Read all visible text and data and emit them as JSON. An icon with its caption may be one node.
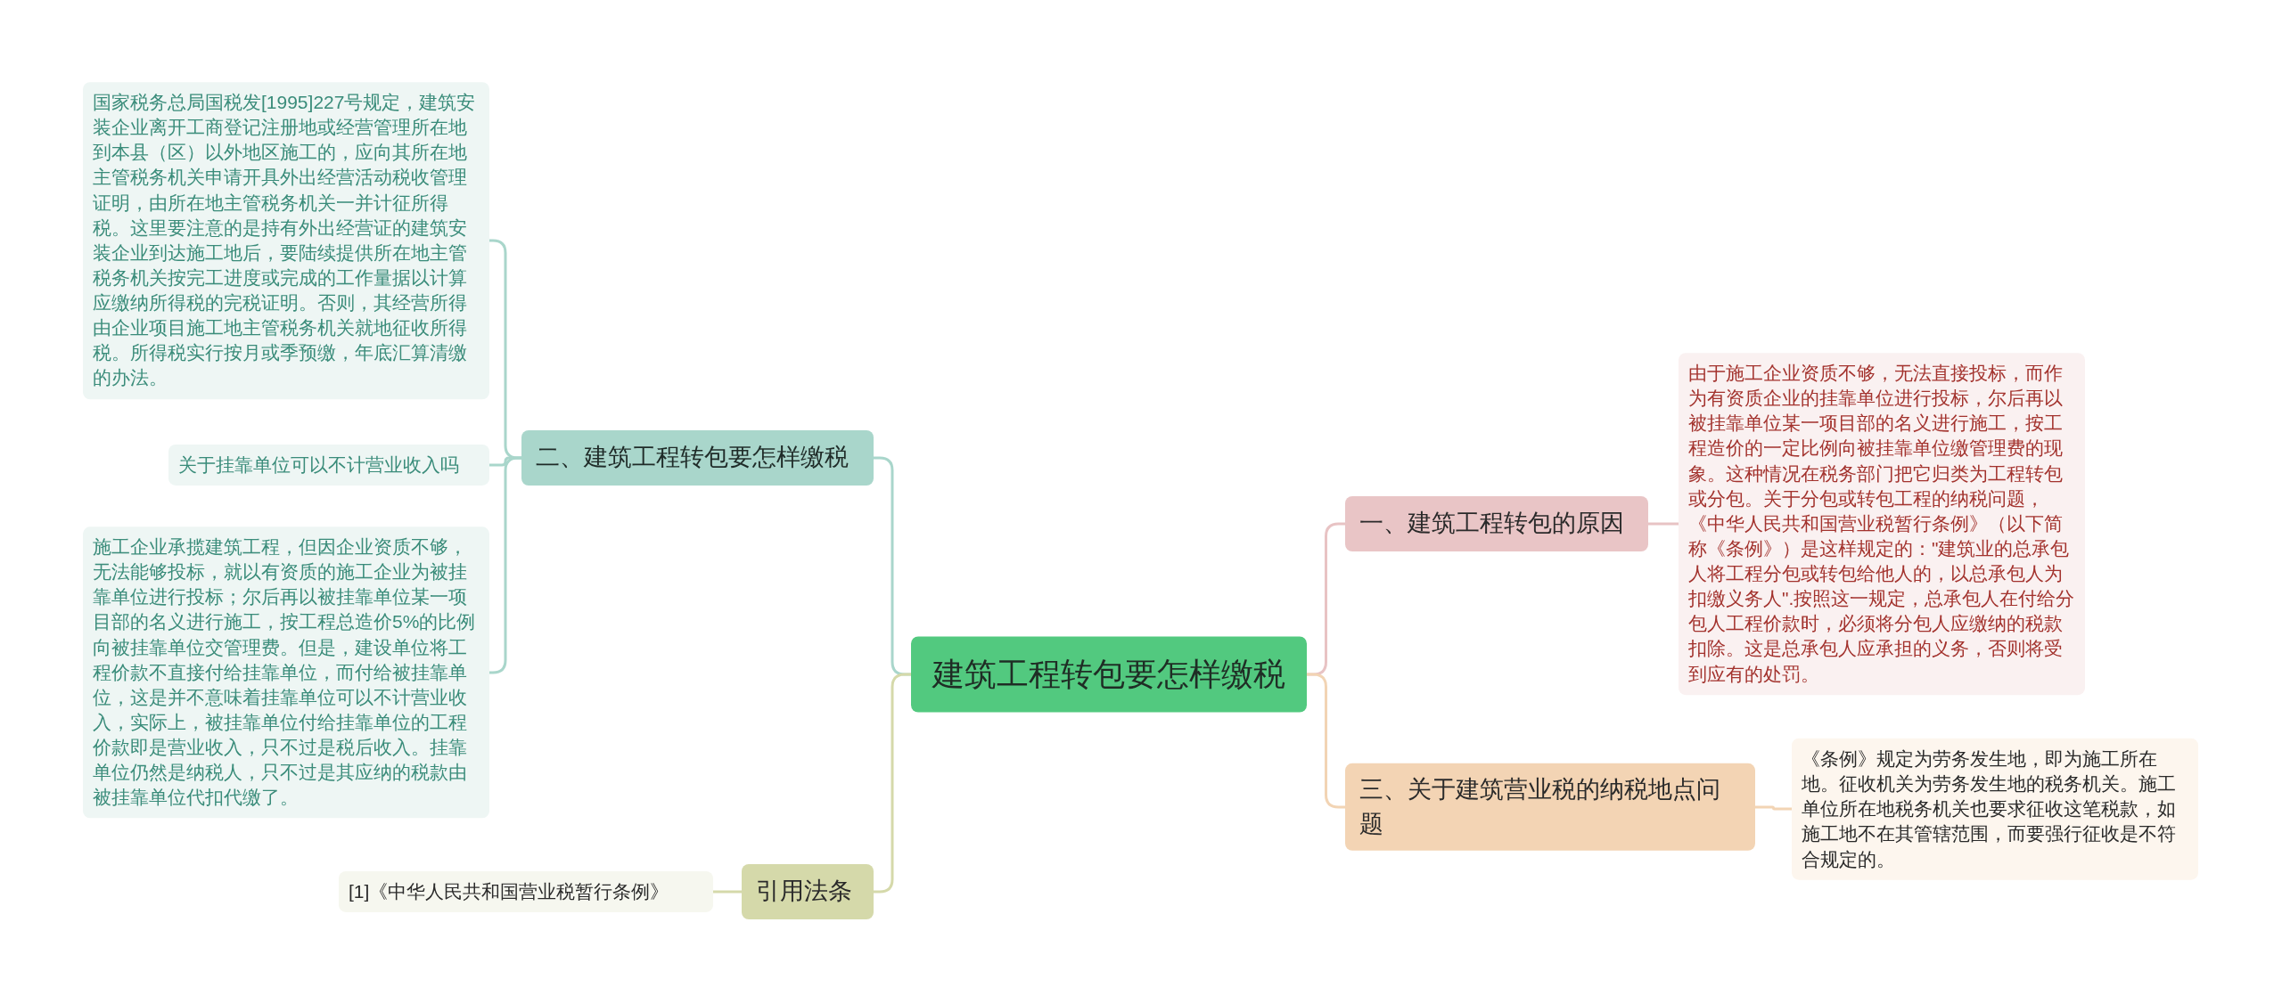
{
  "diagram": {
    "nodes": [
      {
        "text": [
          "建筑工程转包要怎样缴税"
        ]
      },
      {
        "text": [
          "一、建筑工程转包的原因"
        ]
      },
      {
        "text": [
          "由于施工企业资质不够，无法直接投标，而作为有资质企业的挂靠单位进行投标，尔后再以被挂靠单位某一项目部的名义进行施工，按工程造价的一定比例向被挂靠单位缴管理费的现象。这种情况在税务部门把它归类为工程转包或分包。关于分包或转包工程的纳税问题，《中华人民共和国营业税暂行条例》（以下简称《条例》）是这样规定的：\"建筑业的总承包人将工程分包或转包给他人的，以总承包人为扣缴义务人\".按照这一规定，总承包人在付给分包人工程价款时，必须将分包人应缴纳的税款扣除。这是总承包人应承担的义务，否则将受到应有的处罚。"
        ]
      },
      {
        "text": [
          "三、关于建筑营业税的纳税地点问题"
        ]
      },
      {
        "text": [
          "《条例》规定为劳务发生地，即为施工所在地。征收机关为劳务发生地的税务机关。施工单位所在地税务机关也要求征收这笔税款，如施工地不在其管辖范围，而要强行征收是不符合规定的。"
        ]
      },
      {
        "text": [
          "二、建筑工程转包要怎样缴税"
        ]
      },
      {
        "text": [
          "国家税务总局国税发[1995]227号规定，建筑安装企业离开工商登记注册地或经营管理所在地到本县（区）以外地区施工的，应向其所在地主管税务机关申请开具外出经营活动税收管理证明，由所在地主管税务机关一并计征所得税。这里要注意的是持有外出经营证的建筑安装企业到达施工地后，要陆续提供所在地主管税务机关按完工进度或完成的工作量据以计算应缴纳所得税的完税证明。否则，其经营所得由企业项目施工地主管税务机关就地征收所得税。所得税实行按月或季预缴，年底汇算清缴的办法。"
        ]
      },
      {
        "text": [
          "关于挂靠单位可以不计营业收入吗"
        ]
      },
      {
        "text": [
          "施工企业承揽建筑工程，但因企业资质不够，无法能够投标，就以有资质的施工企业为被挂靠单位进行投标；尔后再以被挂靠单位某一项目部的名义进行施工，按工程总造价5%的比例向被挂靠单位交管理费。但是，建设单位将工程价款不直接付给挂靠单位，而付给被挂靠单位，这是并不意味着挂靠单位可以不计营业收入，实际上，被挂靠单位付给挂靠单位的工程价款即是营业收入，只不过是税后收入。挂靠单位仍然是纳税人，只不过是其应纳的税款由被挂靠单位代扣代缴了。"
        ]
      },
      {
        "text": [
          "引用法条"
        ]
      },
      {
        "text": [
          "[1]《中华人民共和国营业税暂行条例》"
        ]
      }
    ],
    "edges": [
      {
        "from": 0,
        "to": 1,
        "arrow": "none",
        "color": "#e8c3c4"
      },
      {
        "from": 1,
        "to": 2,
        "arrow": "none",
        "color": "#e8c3c4"
      },
      {
        "from": 0,
        "to": 3,
        "arrow": "none",
        "color": "#f2d4b4"
      },
      {
        "from": 3,
        "to": 4,
        "arrow": "none",
        "color": "#f2d4b4"
      },
      {
        "from": 0,
        "to": 5,
        "arrow": "none",
        "color": "#a9d6cb"
      },
      {
        "from": 5,
        "to": 6,
        "arrow": "none",
        "color": "#a9d6cb"
      },
      {
        "from": 5,
        "to": 7,
        "arrow": "none",
        "color": "#a9d6cb"
      },
      {
        "from": 5,
        "to": 8,
        "arrow": "none",
        "color": "#a9d6cb"
      },
      {
        "from": 0,
        "to": 9,
        "arrow": "none",
        "color": "#d5d9aa"
      },
      {
        "from": 9,
        "to": 10,
        "arrow": "none",
        "color": "#d5d9aa"
      }
    ]
  }
}
